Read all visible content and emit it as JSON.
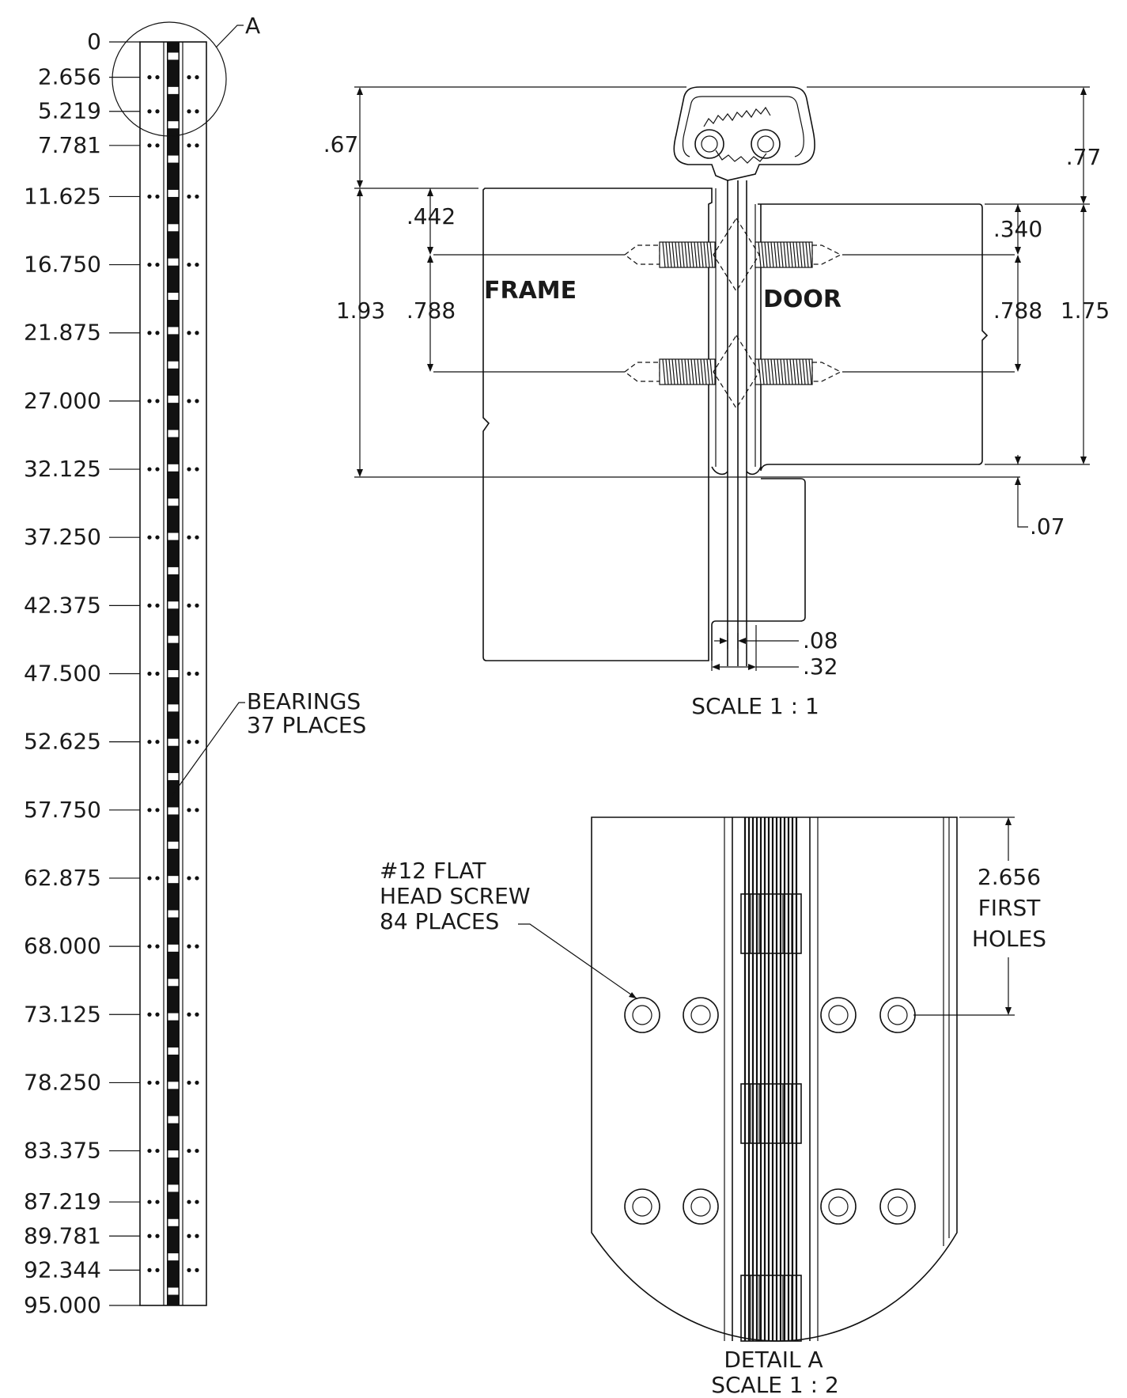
{
  "strip_elevation": {
    "stations": [
      "0",
      "2.656",
      "5.219",
      "7.781",
      "11.625",
      "16.750",
      "21.875",
      "27.000",
      "32.125",
      "37.250",
      "42.375",
      "47.500",
      "52.625",
      "57.750",
      "62.875",
      "68.000",
      "73.125",
      "78.250",
      "83.375",
      "87.219",
      "89.781",
      "92.344",
      "95.000"
    ],
    "detail_callout": "A",
    "bearings_note_line1": "BEARINGS",
    "bearings_note_line2": "37 PLACES"
  },
  "section_view": {
    "frame_label": "FRAME",
    "door_label": "DOOR",
    "dims": {
      "top_left": ".67",
      "top_right": ".77",
      "frame_screw_offset": ".442",
      "door_screw_offset": ".340",
      "frame_height": "1.93",
      "frame_screw_spacing": ".788",
      "door_screw_spacing": ".788",
      "door_height": "1.75",
      "bottom_gap": ".07",
      "pin_width": ".08",
      "leaf_width": ".32"
    },
    "scale": "SCALE 1 : 1"
  },
  "detail_a": {
    "screw_note_line1": "#12 FLAT",
    "screw_note_line2": "HEAD SCREW",
    "screw_note_line3": "84 PLACES",
    "first_holes_line1": "2.656",
    "first_holes_line2": "FIRST",
    "first_holes_line3": "HOLES",
    "title": "DETAIL A",
    "scale": "SCALE 1 : 2"
  }
}
